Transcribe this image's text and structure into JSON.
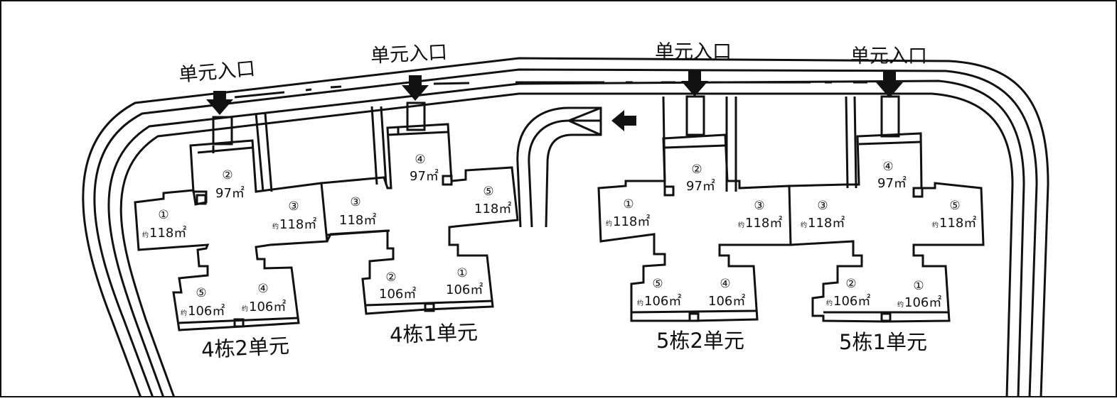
{
  "entrance_label": "单元入口",
  "buildings": [
    {
      "name": "4栋2单元"
    },
    {
      "name": "4栋1单元"
    },
    {
      "name": "5栋2单元"
    },
    {
      "name": "5栋1单元"
    }
  ],
  "units": [
    {
      "num": "①",
      "prefix": "约",
      "area": "118㎡"
    },
    {
      "num": "②",
      "prefix": "",
      "area": "97㎡"
    },
    {
      "num": "③",
      "prefix": "约",
      "area": "118㎡"
    },
    {
      "num": "④",
      "prefix": "约",
      "area": "106㎡"
    },
    {
      "num": "⑤",
      "prefix": "约",
      "area": "106㎡"
    },
    {
      "num": "③",
      "prefix": "",
      "area": "118㎡"
    },
    {
      "num": "④",
      "prefix": "",
      "area": "97㎡"
    },
    {
      "num": "⑤",
      "prefix": "",
      "area": "118㎡"
    },
    {
      "num": "②",
      "prefix": "",
      "area": "106㎡"
    },
    {
      "num": "①",
      "prefix": "",
      "area": "106㎡"
    },
    {
      "num": "①",
      "prefix": "约",
      "area": "118㎡"
    },
    {
      "num": "②",
      "prefix": "",
      "area": "97㎡"
    },
    {
      "num": "③",
      "prefix": "约",
      "area": "118㎡"
    },
    {
      "num": "⑤",
      "prefix": "约",
      "area": "106㎡"
    },
    {
      "num": "④",
      "prefix": "",
      "area": "106㎡"
    },
    {
      "num": "③",
      "prefix": "约",
      "area": "118㎡"
    },
    {
      "num": "④",
      "prefix": "",
      "area": "97㎡"
    },
    {
      "num": "⑤",
      "prefix": "约",
      "area": "118㎡"
    },
    {
      "num": "②",
      "prefix": "约",
      "area": "106㎡"
    },
    {
      "num": "①",
      "prefix": "约",
      "area": "106㎡"
    }
  ]
}
